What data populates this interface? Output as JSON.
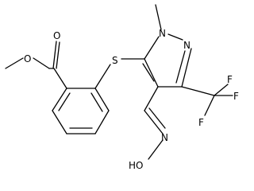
{
  "molecule": {
    "atoms": {
      "carbonyl_o": "O",
      "ester_o": "O",
      "sulfur": "S",
      "n_methyl": "N",
      "n_ring": "N",
      "f_top": "F",
      "f_right": "F",
      "f_left": "F",
      "n_oxime": "N",
      "hydroxyl": "HO"
    }
  }
}
